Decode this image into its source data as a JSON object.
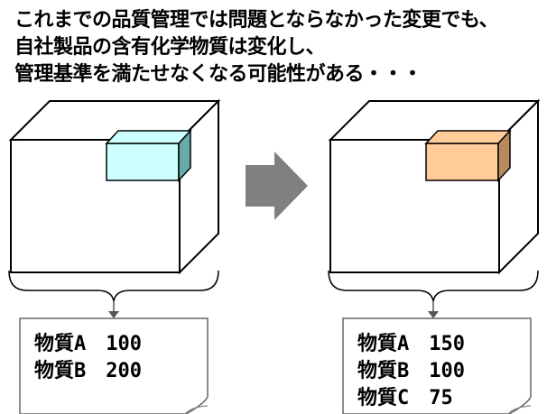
{
  "headline": {
    "line1": "これまでの品質管理では問題とならなかった変更でも、",
    "line2": "自社製品の含有化学物質は変化し、",
    "line3": "管理基準を満たせなくなる可能性がある・・・"
  },
  "before": {
    "part_color": "#ccffff",
    "substances": [
      "物質A　100",
      "物質B　200"
    ]
  },
  "after": {
    "part_color": "#ffcc99",
    "substances": [
      "物質A　150",
      "物質B　100",
      "物質C　75"
    ]
  },
  "arrow_color": "#808080"
}
